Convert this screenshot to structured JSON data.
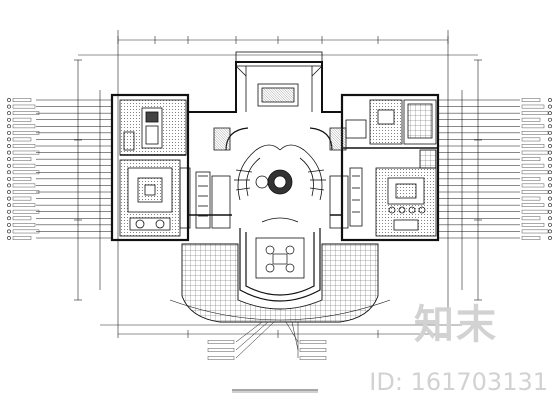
{
  "drawing": {
    "caption": "",
    "label_rows_left": 22,
    "label_rows_right": 22
  },
  "watermark": {
    "logo": "知末",
    "id": "ID: 161703131"
  },
  "colors": {
    "ink": "#111111",
    "hatch": "#6a6a6a",
    "watermark": "#d2d2d2"
  }
}
